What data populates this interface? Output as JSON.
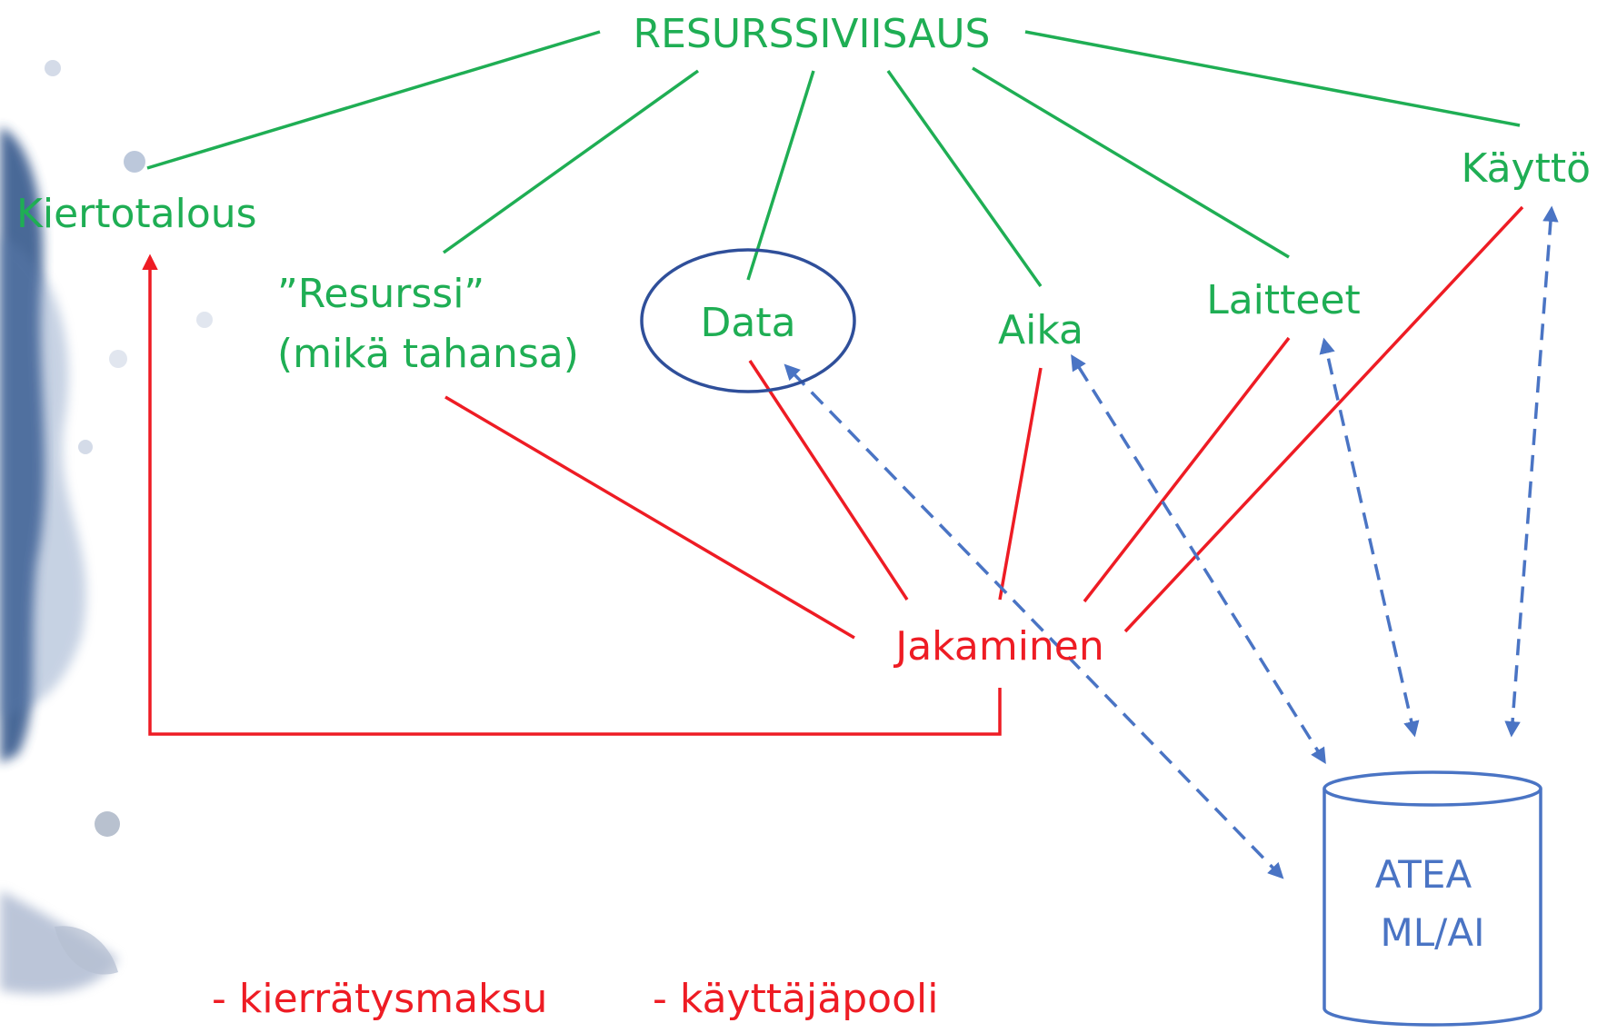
{
  "colors": {
    "green": "#1fae54",
    "red": "#ee1c24",
    "blue": "#4a74c4",
    "ellipse_blue": "#2f4f9a",
    "splash": "#2b4f86"
  },
  "nodes": {
    "root": "RESURSSIVIISAUS",
    "kiertotalous": "Kiertotalous",
    "resurssi_line1": "”Resurssi”",
    "resurssi_line2": "(mikä tahansa)",
    "data": "Data",
    "aika": "Aika",
    "laitteet": "Laitteet",
    "kaytto": "Käyttö",
    "jakaminen": "Jakaminen",
    "atea_line1": "ATEA",
    "atea_line2": "ML/AI"
  },
  "footer": {
    "item1": "- kierrätysmaksu",
    "item2": "- käyttäjäpooli"
  }
}
